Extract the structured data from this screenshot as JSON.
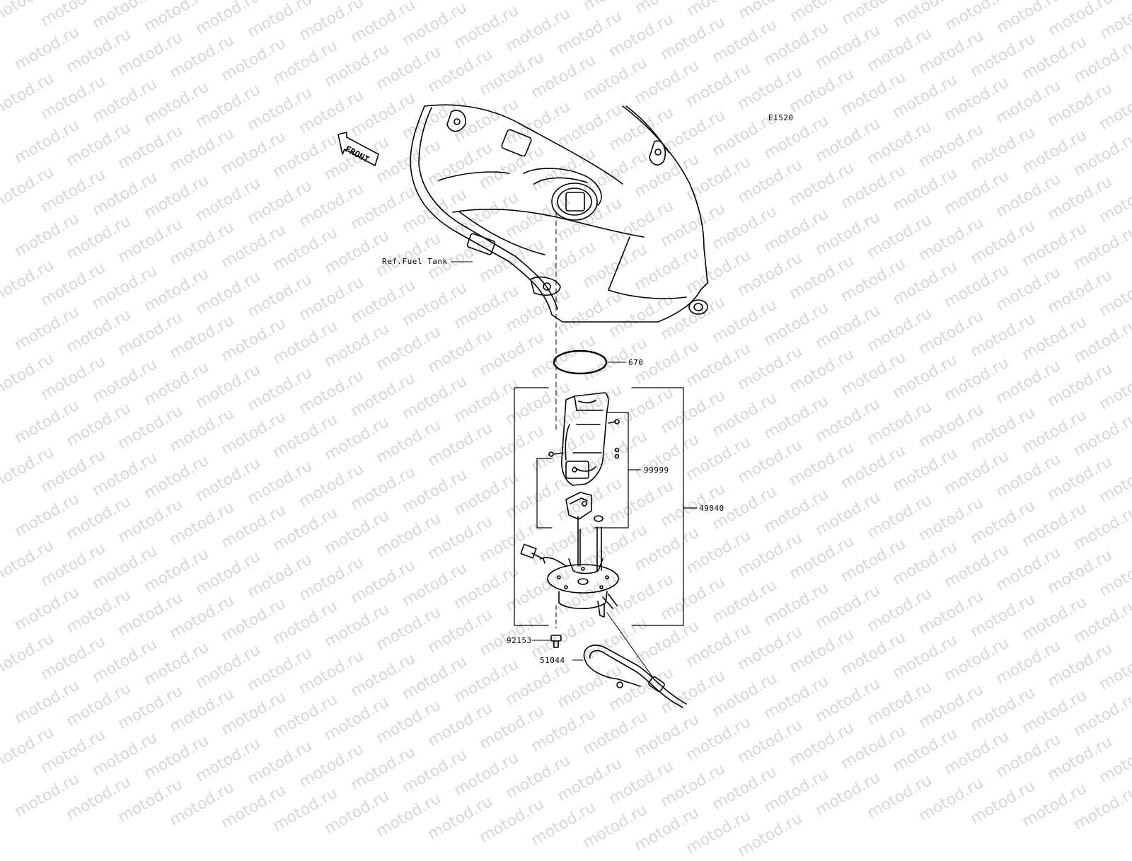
{
  "watermark": "motod.ru",
  "diagram_code": "E1520",
  "front_arrow": "FRONT",
  "reference_label": "Ref.Fuel Tank",
  "parts": [
    {
      "id": "o-ring",
      "number": "670"
    },
    {
      "id": "pump-subassembly",
      "number": "99999"
    },
    {
      "id": "fuel-pump-assembly",
      "number": "49040"
    },
    {
      "id": "bolt",
      "number": "92153"
    },
    {
      "id": "fuel-hose",
      "number": "51044"
    }
  ],
  "colors": {
    "line": "#000000",
    "watermark": "#d6d6d6",
    "background": "#ffffff"
  }
}
